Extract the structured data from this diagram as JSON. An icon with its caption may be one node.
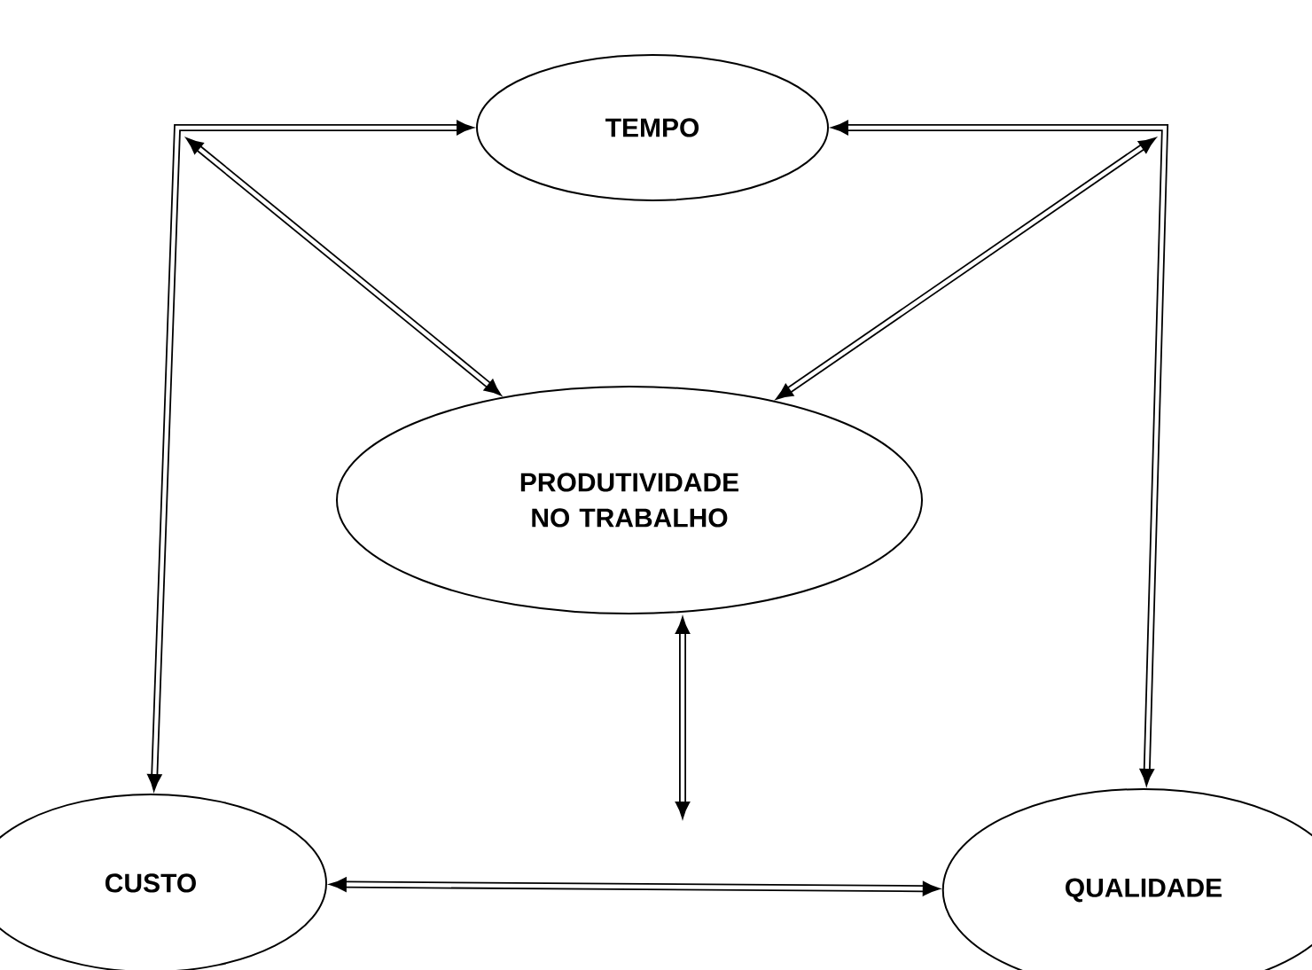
{
  "diagram": {
    "nodes": [
      {
        "text": [
          "TEMPO"
        ]
      },
      {
        "text": [
          "PRODUTIVIDADE NO TRABALHO"
        ]
      },
      {
        "text": [
          "CUSTO"
        ]
      },
      {
        "text": [
          "QUALIDADE"
        ]
      }
    ],
    "edges": [
      {
        "from": 0,
        "to": 2,
        "arrow": "both"
      },
      {
        "from": 0,
        "to": 3,
        "arrow": "both"
      },
      {
        "from": 2,
        "to": 3,
        "arrow": "both"
      },
      {
        "from": 1,
        "to": null,
        "arrow": "both"
      },
      {
        "from": 1,
        "to": null,
        "arrow": "both"
      },
      {
        "from": 1,
        "to": null,
        "arrow": "both"
      }
    ]
  }
}
